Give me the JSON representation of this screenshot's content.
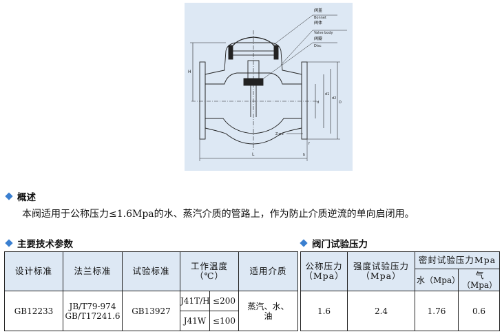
{
  "drawing": {
    "labels": [
      "阀盖",
      "Bonnet",
      "阀体",
      "Valve body",
      "阀瓣",
      "Disc"
    ],
    "dimensions": {
      "H": "H",
      "L": "L",
      "bolt": "Z-φd",
      "f": "f",
      "b": "b",
      "d": "d",
      "d1": "d1",
      "d2": "d2",
      "D": "D"
    }
  },
  "overview": {
    "title": "概述",
    "text": "本阀适用于公称压力≤1.6Mpa的水、蒸汽介质的管路上，作为防止介质逆流的单向启闭用。"
  },
  "specs": {
    "title": "主要技术参数",
    "headers": {
      "design_standard": "设计标准",
      "flange_standard": "法兰标准",
      "test_standard": "试验标准",
      "working_temp_line1": "工作温度",
      "working_temp_line2": "（℃）",
      "medium": "适用介质"
    },
    "row": {
      "design_standard": "GB12233",
      "flange_standard_line1": "JB/T79-974",
      "flange_standard_line2": "GB/T17241.6",
      "test_standard": "GB13927",
      "temp_model_1": "J41T/H",
      "temp_value_1": "≤200",
      "temp_model_2": "J41W",
      "temp_value_2": "≤100",
      "medium_line1": "蒸汽、水、",
      "medium_line2": "油"
    }
  },
  "pressure": {
    "title": "阀门试验压力",
    "headers": {
      "nominal_line1": "公称压力",
      "nominal_line2": "（Mpa）",
      "strength_line1": "强度试验压力",
      "strength_line2": "（Mpa）",
      "seal": "密封试验压力Mpa",
      "seal_water": "水（Mpa）",
      "seal_gas": "气（Mpa）"
    },
    "row": {
      "nominal": "1.6",
      "strength": "2.4",
      "seal_water": "1.76",
      "seal_gas": "0.6"
    }
  },
  "colors": {
    "drawing_bg": "#dde8f4",
    "header_bg": "#dde8f4",
    "bullet": "#3a7fd0"
  }
}
